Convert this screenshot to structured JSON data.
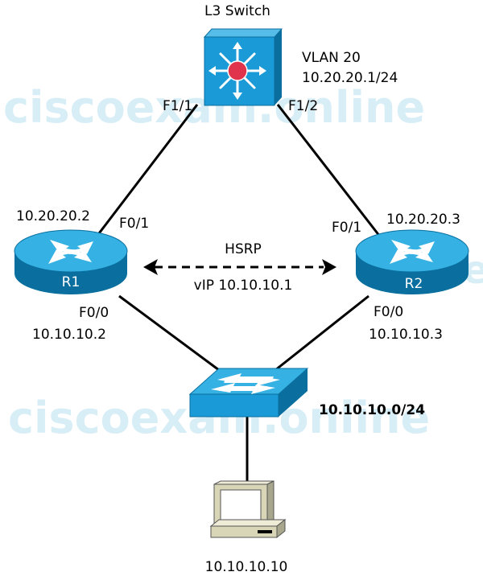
{
  "watermark": "ciscoexam.online",
  "l3_switch": {
    "title": "L3 Switch",
    "vlan": "VLAN 20",
    "ip": "10.20.20.1/24",
    "port_left": "F1/1",
    "port_right": "F1/2"
  },
  "r1": {
    "name": "R1",
    "f01_label": "F0/1",
    "f01_ip": "10.20.20.2",
    "f00_label": "F0/0",
    "f00_ip": "10.10.10.2"
  },
  "r2": {
    "name": "R2",
    "f01_label": "F0/1",
    "f01_ip": "10.20.20.3",
    "f00_label": "F0/0",
    "f00_ip": "10.10.10.3"
  },
  "hsrp": {
    "label": "HSRP",
    "vip": "vIP 10.10.10.1"
  },
  "lan": {
    "network": "10.10.10.0/24"
  },
  "pc": {
    "ip": "10.10.10.10"
  },
  "colors": {
    "device_blue": "#1a9ad6",
    "device_dark": "#0a6f9f",
    "router_top": "#36b1e3",
    "pc_beige": "#d9d6b8",
    "hub_red": "#e0334c"
  }
}
